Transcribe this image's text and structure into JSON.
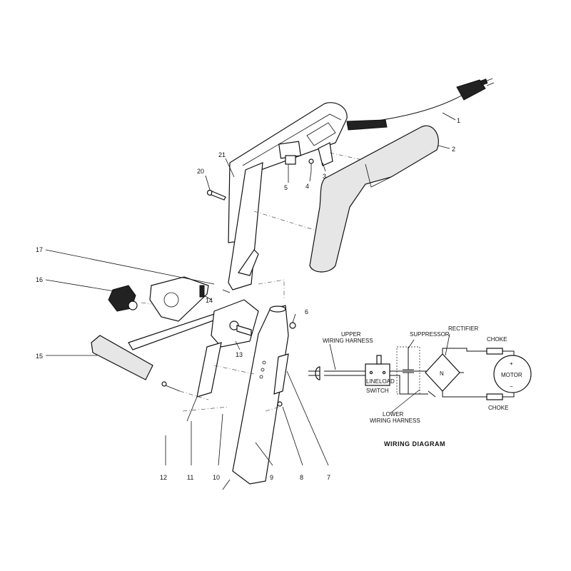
{
  "callouts": [
    {
      "id": "1",
      "text": "1"
    },
    {
      "id": "2",
      "text": "2"
    },
    {
      "id": "3",
      "text": "3"
    },
    {
      "id": "4",
      "text": "4"
    },
    {
      "id": "5",
      "text": "5"
    },
    {
      "id": "6",
      "text": "6"
    },
    {
      "id": "7",
      "text": "7"
    },
    {
      "id": "8",
      "text": "8"
    },
    {
      "id": "9",
      "text": "9"
    },
    {
      "id": "10",
      "text": "10"
    },
    {
      "id": "11",
      "text": "11"
    },
    {
      "id": "12",
      "text": "12"
    },
    {
      "id": "13",
      "text": "13"
    },
    {
      "id": "14",
      "text": "14"
    },
    {
      "id": "15",
      "text": "15"
    },
    {
      "id": "16",
      "text": "16"
    },
    {
      "id": "17",
      "text": "17"
    },
    {
      "id": "20",
      "text": "20"
    },
    {
      "id": "21",
      "text": "21"
    }
  ],
  "wiring": {
    "title": "WIRING DIAGRAM",
    "upper_harness_line1": "UPPER",
    "upper_harness_line2": "WIRING HARNESS",
    "lower_harness_line1": "LOWER",
    "lower_harness_line2": "WIRING HARNESS",
    "suppressor": "SUPPRESSOR",
    "rectifier": "RECTIFIER",
    "choke_top": "CHOKE",
    "choke_bottom": "CHOKE",
    "switch": "SWITCH",
    "switch_line": "LINE",
    "switch_load": "LOAD",
    "rectifier_symbol": "N",
    "motor": "MOTOR",
    "motor_plus": "+",
    "motor_minus": "−"
  }
}
